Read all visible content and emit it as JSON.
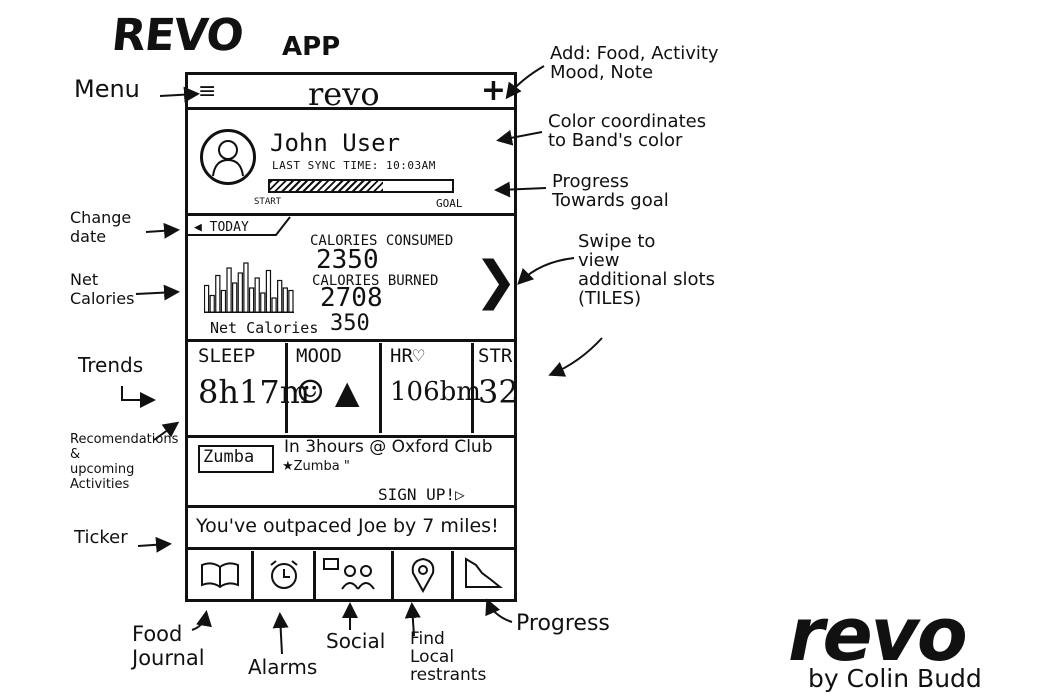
{
  "title": {
    "brand": "REVO",
    "sub": "APP"
  },
  "phone": {
    "header": {
      "menu_icon": "≡",
      "title": "revo",
      "add_icon": "+"
    },
    "user": {
      "name": "John User",
      "sync": "LAST SYNC TIME: 10:03AM",
      "progress_fraction": 0.62,
      "start_label": "START",
      "goal_label": "GOAL"
    },
    "date_tab": {
      "label": "◀ TODAY"
    },
    "calories": {
      "consumed_label": "CALORIES CONSUMED",
      "consumed_value": "2350",
      "burned_label": "CALORIES BURNED",
      "burned_value": "2708",
      "net_label": "Net Calories",
      "net_value": "350",
      "bars": [
        0.55,
        0.35,
        0.75,
        0.45,
        0.9,
        0.6,
        0.8,
        1.0,
        0.5,
        0.7,
        0.4,
        0.85,
        0.3,
        0.65,
        0.5,
        0.45
      ]
    },
    "trends": [
      {
        "label": "SLEEP",
        "value": "8h17m"
      },
      {
        "label": "MOOD",
        "value": "☺ ▲"
      },
      {
        "label": "HR♡",
        "value": "106bm"
      },
      {
        "label": "STR",
        "value": "32"
      }
    ],
    "recommendation": {
      "activity": "Zumba",
      "line1": "In 3hours @ Oxford Club",
      "line2": "★Zumba \"",
      "cta": "SIGN UP!▷"
    },
    "ticker": {
      "text": "You've outpaced Joe by 7 miles!"
    },
    "nav": [
      {
        "icon": "book-icon"
      },
      {
        "icon": "alarm-clock-icon"
      },
      {
        "icon": "social-icon"
      },
      {
        "icon": "map-pin-icon"
      },
      {
        "icon": "progress-chart-icon"
      }
    ]
  },
  "annotations": {
    "menu": "Menu",
    "add": "Add: Food, Activity\nMood, Note",
    "color": "Color coordinates\nto Band's color",
    "progress_goal": "Progress\nTowards goal",
    "change_date": "Change\ndate",
    "net_calories": "Net\nCalories",
    "swipe": "Swipe to\nview\nadditional slots\n(TILES)",
    "trends": "Trends",
    "recommendations": "Recomendations\n&\nupcoming\nActivities",
    "ticker": "Ticker",
    "food_journal": "Food\nJournal",
    "alarms": "Alarms",
    "social": "Social",
    "find_local": "Find\nLocal\nrestrants",
    "progress": "Progress"
  },
  "logo": {
    "name": "revo",
    "byline": "by Colin Budd"
  }
}
